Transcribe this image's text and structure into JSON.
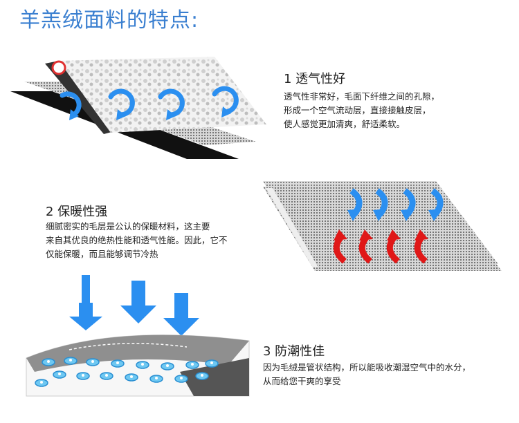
{
  "page_title": "羊羔绒面料的特点:",
  "features": [
    {
      "title": "1 透气性好",
      "lines": [
        "透气性非常好，毛面下纤维之间的孔隙，",
        "形成一个空气流动层，直接接触皮层，",
        "使人感觉更加清爽，舒适柔软。"
      ]
    },
    {
      "title": "2 保暖性强",
      "lines": [
        "细腻密实的毛层是公认的保暖材料，这主要",
        "来自其优良的绝热性能和透气性能。因此，它不",
        "仅能保暖，而且能够调节冷热"
      ]
    },
    {
      "title": "3 防潮性佳",
      "lines": [
        "因为毛绒是管状结构，所以能吸收潮湿空气中的水分，",
        "从而给您干爽的享受"
      ]
    }
  ],
  "colors": {
    "title": "#3a7fd0",
    "arrow_blue": "#2b8ff0",
    "arrow_red": "#e01818"
  },
  "icons": [
    "breathable-layers-illustration",
    "warmth-layers-illustration",
    "moisture-absorb-illustration"
  ]
}
